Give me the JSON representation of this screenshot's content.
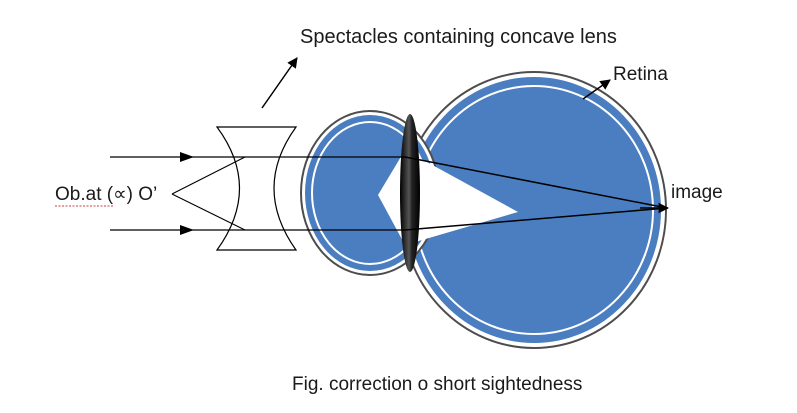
{
  "labels": {
    "spectacles": "Spectacles containing concave lens",
    "retina": "Retina",
    "object": "Ob.at (∝) O’",
    "image": "image",
    "caption": "Fig. correction o short sightedness"
  },
  "colors": {
    "eye_fill": "#4a7ec0",
    "eye_outline": "#4d4d4d",
    "retina_line": "#ffffff",
    "ray_line": "#000000",
    "lens_dark": "#111111"
  }
}
